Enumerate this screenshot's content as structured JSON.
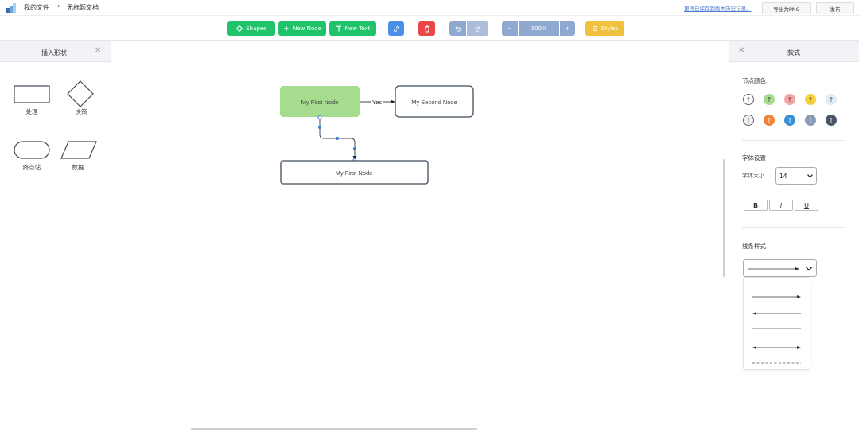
{
  "breadcrumb": {
    "root": "我的文件",
    "separator": "›",
    "current": "无标题文档"
  },
  "top_actions": {
    "saved_link": "更改已保存到版本历史记录。",
    "export_png": "导出为PNG",
    "publish": "发布"
  },
  "toolbar": {
    "shapes": "Shapes",
    "new_node": "New Node",
    "new_text": "New Text",
    "zoom": "100%",
    "zoom_minus": "−",
    "zoom_plus": "+",
    "styles": "Styles"
  },
  "left_panel": {
    "title": "插入形状",
    "close": "✕",
    "shapes": [
      "处理",
      "决策",
      "终点站",
      "数据"
    ]
  },
  "canvas": {
    "node1": "My First Node",
    "node2": "My Second Node",
    "node3": "My First Node",
    "edge_label": "Yes"
  },
  "right_panel": {
    "title": "款式",
    "close": "✕",
    "node_color_title": "节点颜色",
    "swatch_glyph": "↑",
    "swatches_row1": [
      "#ffffff",
      "#a6dc8e",
      "#f5a3a3",
      "#f6d13a",
      "#dcecfa"
    ],
    "swatches_row2": [
      "#f0f0f0",
      "#f0843c",
      "#3a8fd9",
      "#8a9bb5",
      "#4b5563"
    ],
    "font_settings_title": "字体设置",
    "font_size_label": "字体大小",
    "font_size_value": "14",
    "bold": "B",
    "italic": "I",
    "underline": "U",
    "line_style_title": "线条样式"
  },
  "colors": {
    "accent_green": "#1fc46a",
    "node_fill": "#a6dc8e",
    "node_border": "#3f4a5a",
    "selection": "#3a7bd5"
  }
}
